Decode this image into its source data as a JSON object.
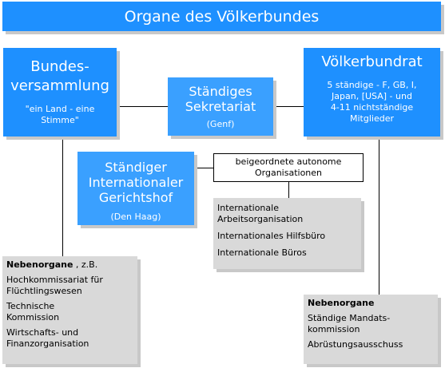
{
  "title": "Organe des Völkerbundes",
  "bundesversammlung": {
    "line1": "Bundes-",
    "line2": "versammlung",
    "sub1": "\"ein Land - eine",
    "sub2": "Stimme\""
  },
  "sekretariat": {
    "line1": "Ständiges",
    "line2": "Sekretariat",
    "sub": "(Genf)"
  },
  "voelkerbundrat": {
    "title": "Völkerbundrat",
    "sub1": "5 ständige - F, GB, I,",
    "sub2": "Japan, [USA] - und",
    "sub3": "4-11 nichtständige",
    "sub4": "Mitglieder"
  },
  "gerichtshof": {
    "line1": "Ständiger",
    "line2": "Internationaler",
    "line3": "Gerichtshof",
    "sub": "(Den Haag)"
  },
  "beigeordnete": {
    "line1": "beigeordnete autonome",
    "line2": "Organisationen"
  },
  "organisationen": [
    {
      "line1": "Internationale",
      "line2": "Arbeitsorganisation"
    },
    {
      "line1": "Internationales Hilfsbüro",
      "line2": ""
    },
    {
      "line1": "Internationale Büros",
      "line2": ""
    }
  ],
  "nebenorgane_links": {
    "heading": "Nebenorgane",
    "suffix": ", z.B.",
    "items": [
      {
        "line1": "Hochkommissariat für",
        "line2": "Flüchtlingswesen"
      },
      {
        "line1": "Technische",
        "line2": "Kommission"
      },
      {
        "line1": "Wirtschafts- und",
        "line2": "Finanzorganisation"
      }
    ]
  },
  "nebenorgane_rechts": {
    "heading": "Nebenorgane",
    "items": [
      {
        "line1": "Ständige Mandats-",
        "line2": "kommission"
      },
      {
        "line1": "Abrüstungsausschuss",
        "line2": ""
      }
    ]
  }
}
